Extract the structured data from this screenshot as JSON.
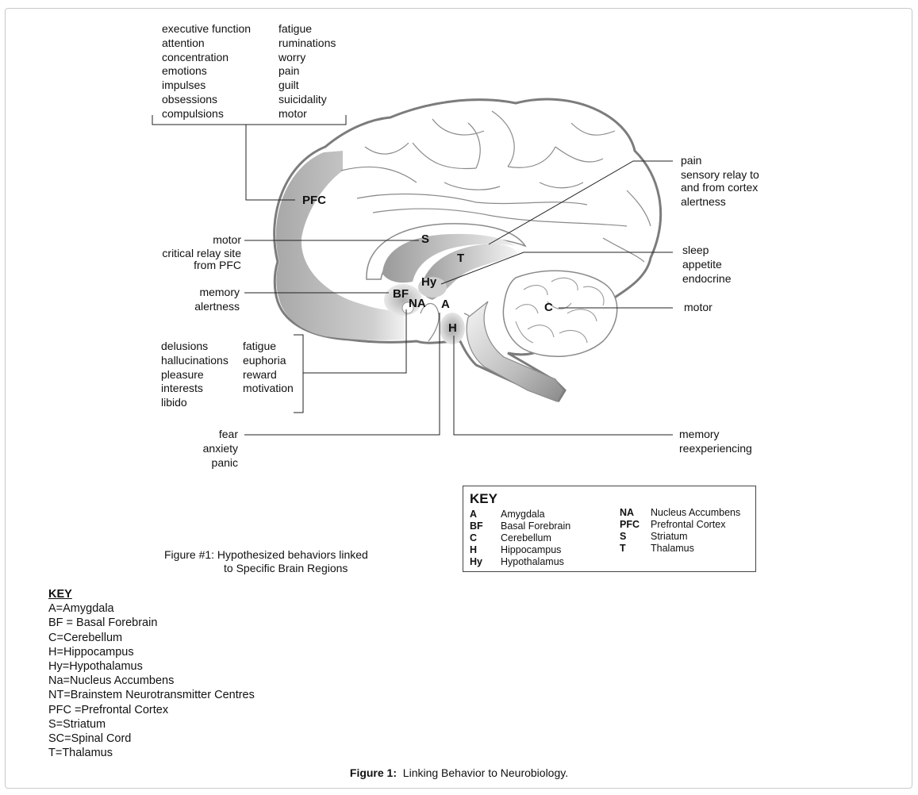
{
  "regions": {
    "pfc": "PFC",
    "s": "S",
    "t": "T",
    "hy": "Hy",
    "bf": "BF",
    "na": "NA",
    "a": "A",
    "h": "H",
    "c": "C"
  },
  "labels": {
    "pfc_col1": [
      "executive function",
      "attention",
      "concentration",
      "emotions",
      "impulses",
      "obsessions",
      "compulsions"
    ],
    "pfc_col2": [
      "fatigue",
      "ruminations",
      "worry",
      "pain",
      "guilt",
      "suicidality",
      "motor"
    ],
    "striatum": [
      "motor",
      "critical relay site",
      "from PFC"
    ],
    "basal_forebrain": [
      "memory",
      "alertness"
    ],
    "nucleus_col1": [
      "delusions",
      "hallucinations",
      "pleasure",
      "interests",
      "libido"
    ],
    "nucleus_col2": [
      "fatigue",
      "euphoria",
      "reward",
      "motivation"
    ],
    "amygdala": [
      "fear",
      "anxiety",
      "panic"
    ],
    "thalamus": [
      "pain",
      "sensory relay to",
      "and from cortex"
    ],
    "thalamus_extra": "alertness",
    "hypothalamus": [
      "sleep",
      "appetite",
      "endocrine"
    ],
    "cerebellum": "motor",
    "hippocampus": [
      "memory",
      "reexperiencing"
    ]
  },
  "key_box": {
    "title": "KEY",
    "left": [
      {
        "abbr": "A",
        "name": "Amygdala"
      },
      {
        "abbr": "BF",
        "name": "Basal Forebrain"
      },
      {
        "abbr": "C",
        "name": "Cerebellum"
      },
      {
        "abbr": "H",
        "name": "Hippocampus"
      },
      {
        "abbr": "Hy",
        "name": "Hypothalamus"
      }
    ],
    "right": [
      {
        "abbr": "NA",
        "name": "Nucleus Accumbens"
      },
      {
        "abbr": "PFC",
        "name": "Prefrontal Cortex"
      },
      {
        "abbr": "S",
        "name": "Striatum"
      },
      {
        "abbr": "T",
        "name": "Thalamus"
      }
    ]
  },
  "figure_caption": {
    "line1": "Figure #1:  Hypothesized behaviors linked",
    "line2": "to Specific Brain Regions"
  },
  "key_list": {
    "title": "KEY",
    "items": [
      "A=Amygdala",
      "BF = Basal Forebrain",
      "C=Cerebellum",
      "H=Hippocampus",
      "Hy=Hypothalamus",
      "Na=Nucleus Accumbens",
      "NT=Brainstem Neurotransmitter Centres",
      "PFC =Prefrontal Cortex",
      "S=Striatum",
      "SC=Spinal Cord",
      "T=Thalamus"
    ]
  },
  "main_caption": {
    "label": "Figure 1:",
    "text": "Linking Behavior to Neurobiology."
  }
}
